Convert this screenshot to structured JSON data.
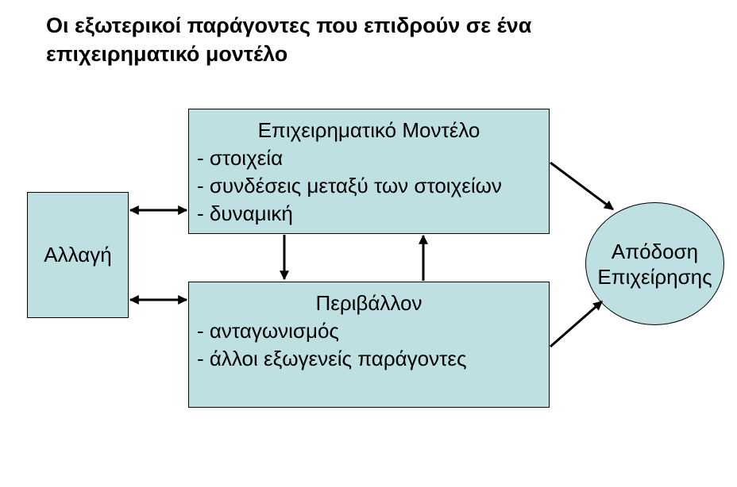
{
  "title": {
    "line1": "Οι εξωτερικοί παράγοντες που επιδρούν σε ένα",
    "line2": "επιχειρηματικό μοντέλο"
  },
  "change": {
    "label": "Αλλαγή"
  },
  "business_model": {
    "heading": "Επιχειρηματικό Μοντέλο",
    "items": [
      "- στοιχεία",
      "- συνδέσεις μεταξύ των στοιχείων",
      "- δυναμική"
    ]
  },
  "environment": {
    "heading": "Περιβάλλον",
    "items": [
      "- ανταγωνισμός",
      "- άλλοι εξωγενείς παράγοντες"
    ]
  },
  "performance": {
    "line1": "Απόδοση",
    "line2": "Επιχείρησης"
  },
  "colors": {
    "box_fill": "#bfe0e3",
    "stroke": "#000000"
  }
}
